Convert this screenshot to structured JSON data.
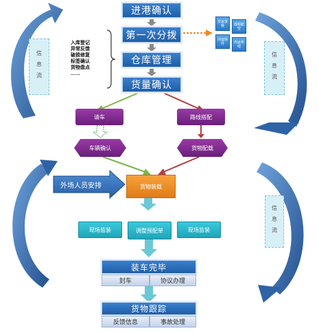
{
  "flow": {
    "steps": [
      "进港确认",
      "第一次分拨",
      "仓库管理",
      "货量确认"
    ],
    "tasks": [
      "入库登记",
      "异常反馈",
      "破损修复",
      "标签确认",
      "货物盘点",
      "……"
    ],
    "warehouse_cubes": [
      "交运货物",
      "成组航空",
      "内运快件",
      "内运专线"
    ],
    "branches": {
      "request_vehicle": "请车",
      "route_matching": "路线搭配",
      "vehicle_confirm": "车辆确认",
      "cargo_matching": "货物配载"
    },
    "outfield_staff": "外场人员安排",
    "cargo_loading": "货物装载",
    "monitor_left": "现场监装",
    "adjust_plan": "调整预配单",
    "monitor_right": "现场监装",
    "loading_complete": {
      "title": "装车完毕",
      "items": [
        "封车",
        "协议办理"
      ]
    },
    "tracking": {
      "title": "货物跟踪",
      "items": [
        "反馈信息",
        "事故处理"
      ]
    },
    "info_flow_label": "信息流"
  },
  "colors": {
    "main_blue": "#2a6fbf",
    "purple": "#7a2a8a",
    "orange": "#f08a24",
    "cyan": "#2bb7cc",
    "curve_arrow_blue": "#2e63a6"
  }
}
